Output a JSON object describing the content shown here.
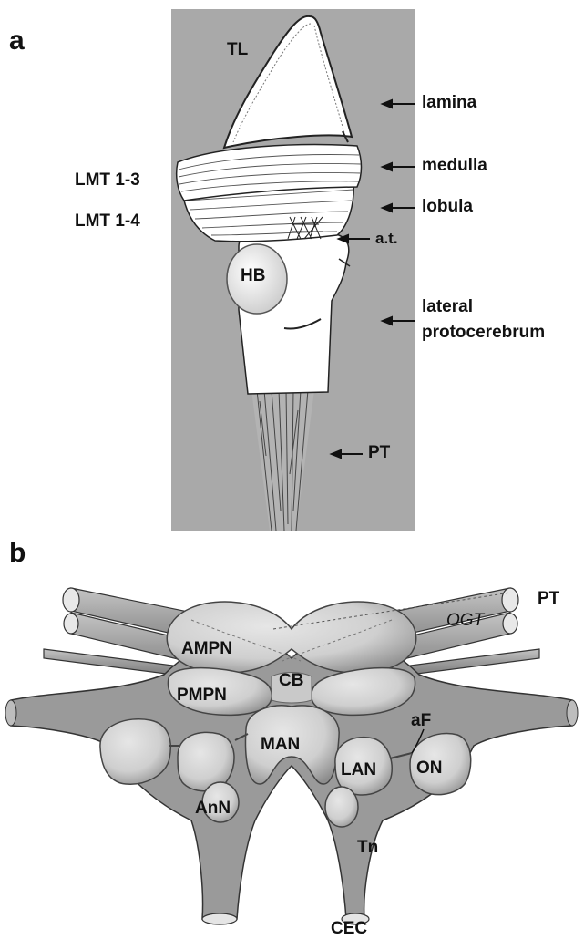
{
  "panel_a": {
    "letter": "a",
    "labels": {
      "tl": "TL",
      "lamina": "lamina",
      "medulla": "medulla",
      "lobula": "lobula",
      "lmt13": "LMT 1-3",
      "lmt14": "LMT 1-4",
      "at": "a.t.",
      "hb": "HB",
      "lateral": "lateral",
      "protocerebrum": "protocerebrum",
      "pt": "PT"
    },
    "background_color": "#a9a9a9"
  },
  "panel_b": {
    "letter": "b",
    "labels": {
      "pt": "PT",
      "ogt": "OGT",
      "ampn": "AMPN",
      "cb": "CB",
      "pmpn": "PMPN",
      "af": "aF",
      "man": "MAN",
      "lan": "LAN",
      "on": "ON",
      "ann": "AnN",
      "tn": "Tn",
      "cec": "CEC"
    },
    "tissue_color": "#9a9a9a"
  }
}
